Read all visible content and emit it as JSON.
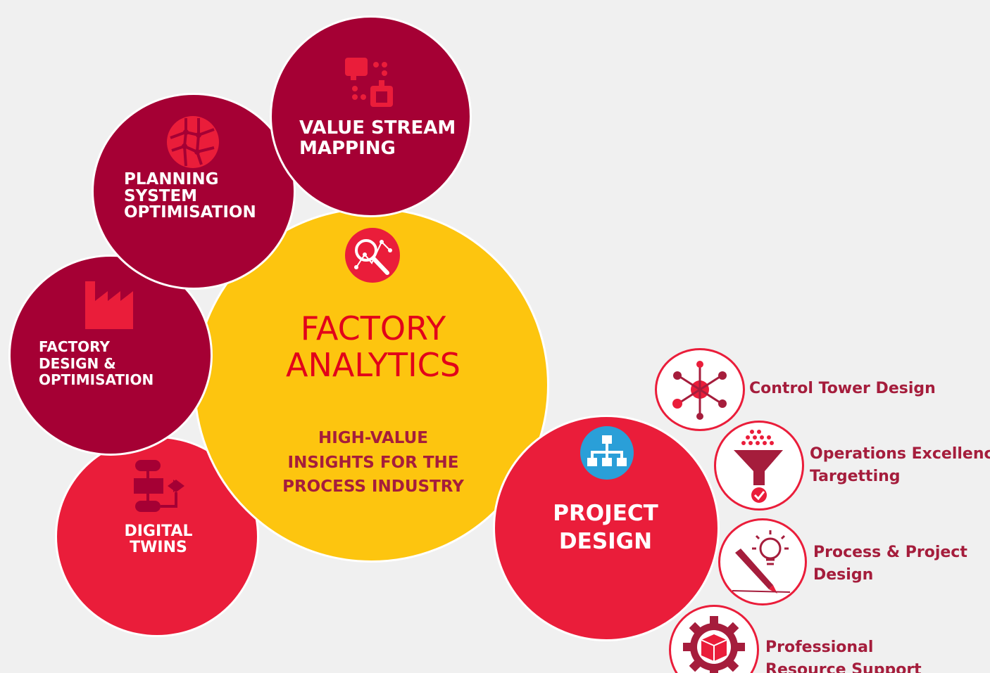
{
  "center": {
    "title": "FACTORY ANALYTICS",
    "subtitle_lines": [
      "HIGH-VALUE",
      "INSIGHTS FOR THE",
      "PROCESS INDUSTRY"
    ],
    "icon": "analytics-magnifier-icon"
  },
  "bubbles": {
    "vsm": {
      "lines": [
        "VALUE STREAM",
        "MAPPING"
      ],
      "icon": "value-stream-icon"
    },
    "pso": {
      "lines": [
        "PLANNING",
        "SYSTEM",
        "OPTIMISATION"
      ],
      "icon": "network-globe-icon"
    },
    "fdo": {
      "lines": [
        "FACTORY",
        "DESIGN &",
        "OPTIMISATION"
      ],
      "icon": "factory-icon"
    },
    "dt": {
      "lines": [
        "DIGITAL",
        "TWINS"
      ],
      "icon": "flowchart-icon"
    }
  },
  "project": {
    "lines": [
      "PROJECT",
      "DESIGN"
    ],
    "icon": "org-chart-icon"
  },
  "services": [
    {
      "lines": [
        "Control Tower Design"
      ],
      "icon": "hub-network-icon"
    },
    {
      "lines": [
        "Operations Excellence",
        "Targetting"
      ],
      "icon": "funnel-check-icon"
    },
    {
      "lines": [
        "Process & Project",
        "Design"
      ],
      "icon": "lightbulb-pencil-icon"
    },
    {
      "lines": [
        "Professional",
        "Resource Support"
      ],
      "icon": "gear-box-icon"
    }
  ],
  "colors": {
    "maroon": "#a50034",
    "red": "#ea1d3a",
    "yellow": "#fdc50f",
    "blue": "#2a9fd8",
    "background": "#f0f0f0"
  }
}
